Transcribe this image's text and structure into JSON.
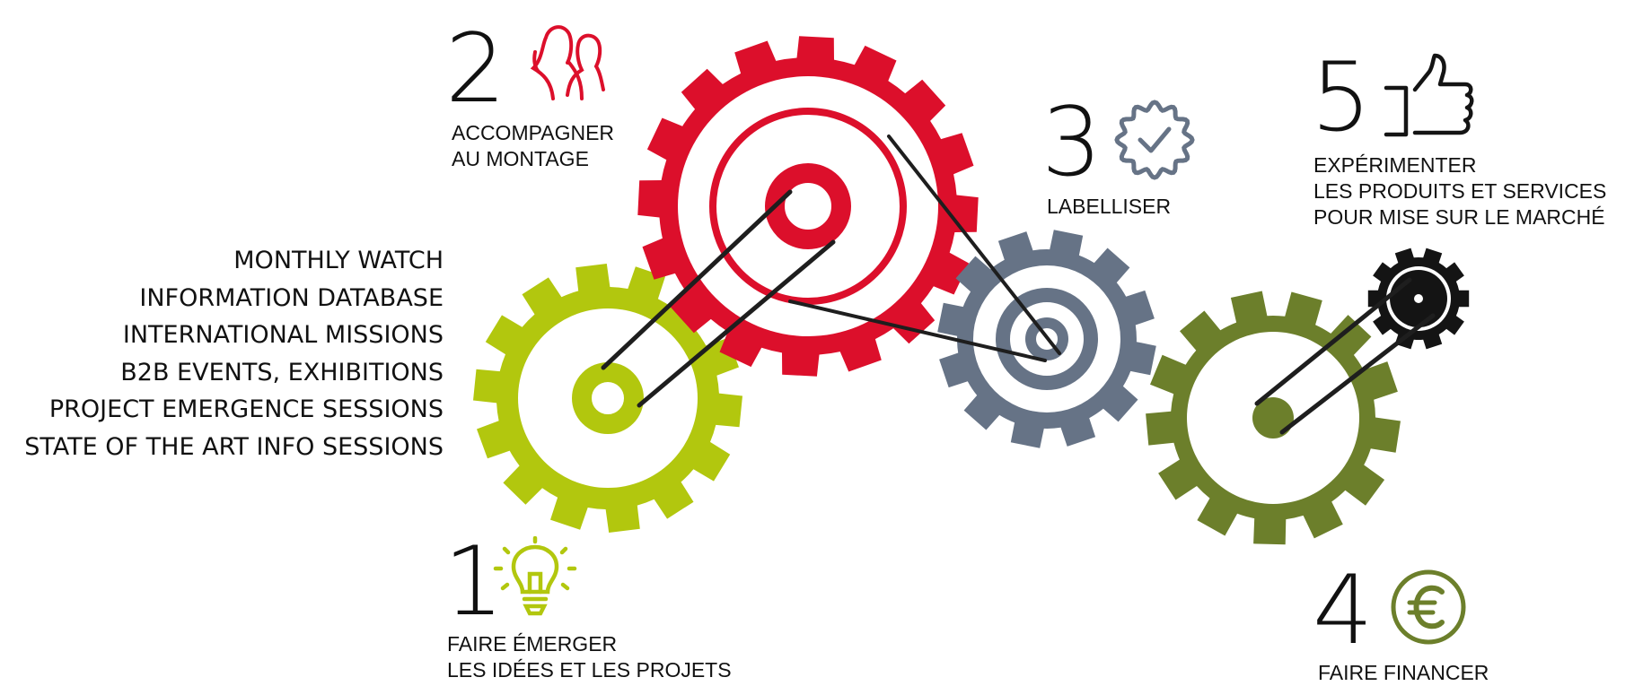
{
  "colors": {
    "step1": "#b2c70e",
    "step2": "#dc0f2b",
    "step3": "#667386",
    "step4": "#6c7f2b",
    "step5": "#141414",
    "belt": "#1e1e1e"
  },
  "services": [
    "MONTHLY WATCH",
    "INFORMATION DATABASE",
    "INTERNATIONAL MISSIONS",
    "B2B EVENTS, EXHIBITIONS",
    "PROJECT EMERGENCE SESSIONS",
    "STATE OF THE ART INFO SESSIONS"
  ],
  "steps": [
    {
      "number": "1",
      "icon": "lightbulb-icon",
      "lines": [
        "FAIRE ÉMERGER",
        "LES IDÉES ET LES PROJETS"
      ]
    },
    {
      "number": "2",
      "icon": "people-icon",
      "lines": [
        "ACCOMPAGNER",
        "AU MONTAGE"
      ]
    },
    {
      "number": "3",
      "icon": "badge-check-icon",
      "lines": [
        "LABELLISER"
      ]
    },
    {
      "number": "4",
      "icon": "euro-icon",
      "lines": [
        "FAIRE FINANCER"
      ]
    },
    {
      "number": "5",
      "icon": "thumbs-up-icon",
      "lines": [
        "EXPÉRIMENTER",
        "LES PRODUITS ET SERVICES",
        "POUR MISE SUR LE MARCHÉ"
      ]
    }
  ]
}
